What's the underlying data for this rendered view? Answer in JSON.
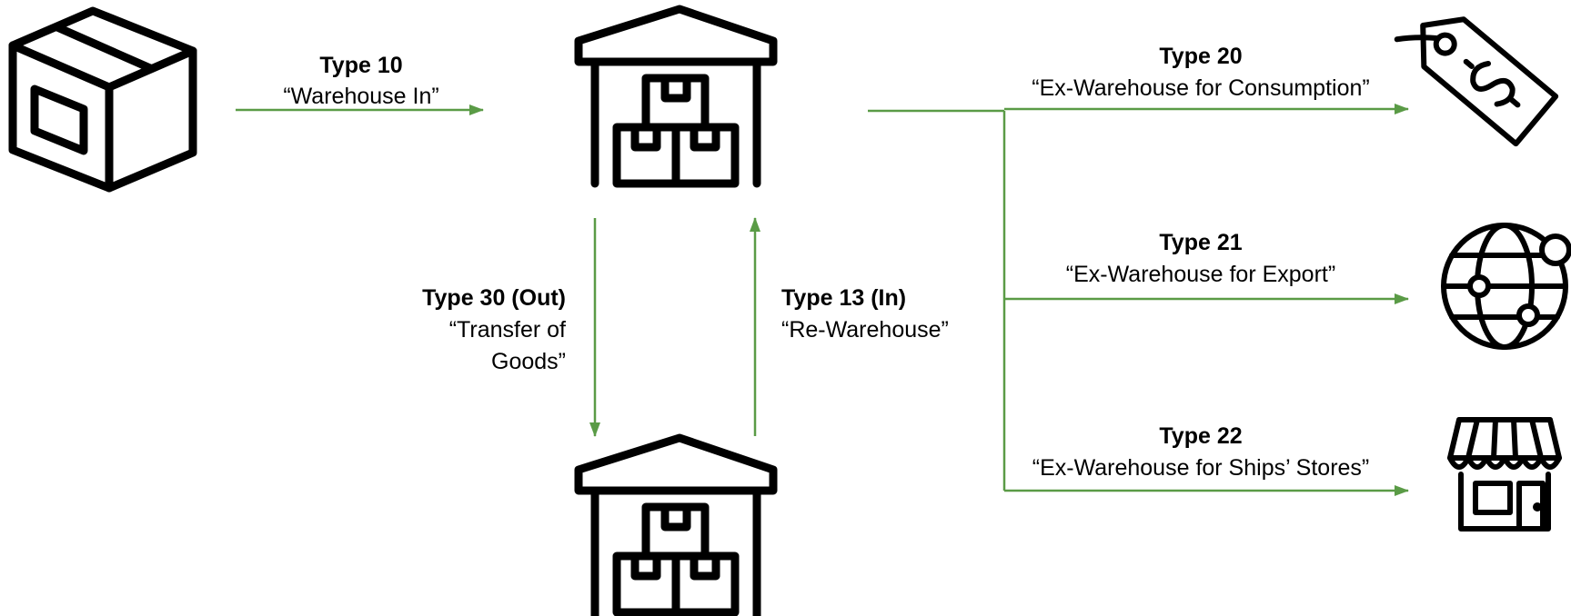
{
  "colors": {
    "arrow": "#5a9b46",
    "icon": "#000000",
    "background": "#ffffff"
  },
  "nodes": {
    "origin": {
      "icon": "package-box-icon"
    },
    "main_warehouse": {
      "icon": "warehouse-icon"
    },
    "second_warehouse": {
      "icon": "warehouse-icon"
    },
    "consumption": {
      "icon": "price-tag-icon"
    },
    "export": {
      "icon": "globe-icon"
    },
    "ships_stores": {
      "icon": "storefront-icon"
    }
  },
  "flows": {
    "type10": {
      "title": "Type 10",
      "desc": "“Warehouse In”"
    },
    "type20": {
      "title": "Type 20",
      "desc": "“Ex-Warehouse for Consumption”"
    },
    "type21": {
      "title": "Type 21",
      "desc": "“Ex-Warehouse for Export”"
    },
    "type22": {
      "title": "Type 22",
      "desc": "“Ex-Warehouse for Ships’ Stores”"
    },
    "type30": {
      "title": "Type 30 (Out)",
      "desc_line1": "“Transfer of",
      "desc_line2": "Goods”"
    },
    "type13": {
      "title": "Type 13 (In)",
      "desc": "“Re-Warehouse”"
    }
  }
}
